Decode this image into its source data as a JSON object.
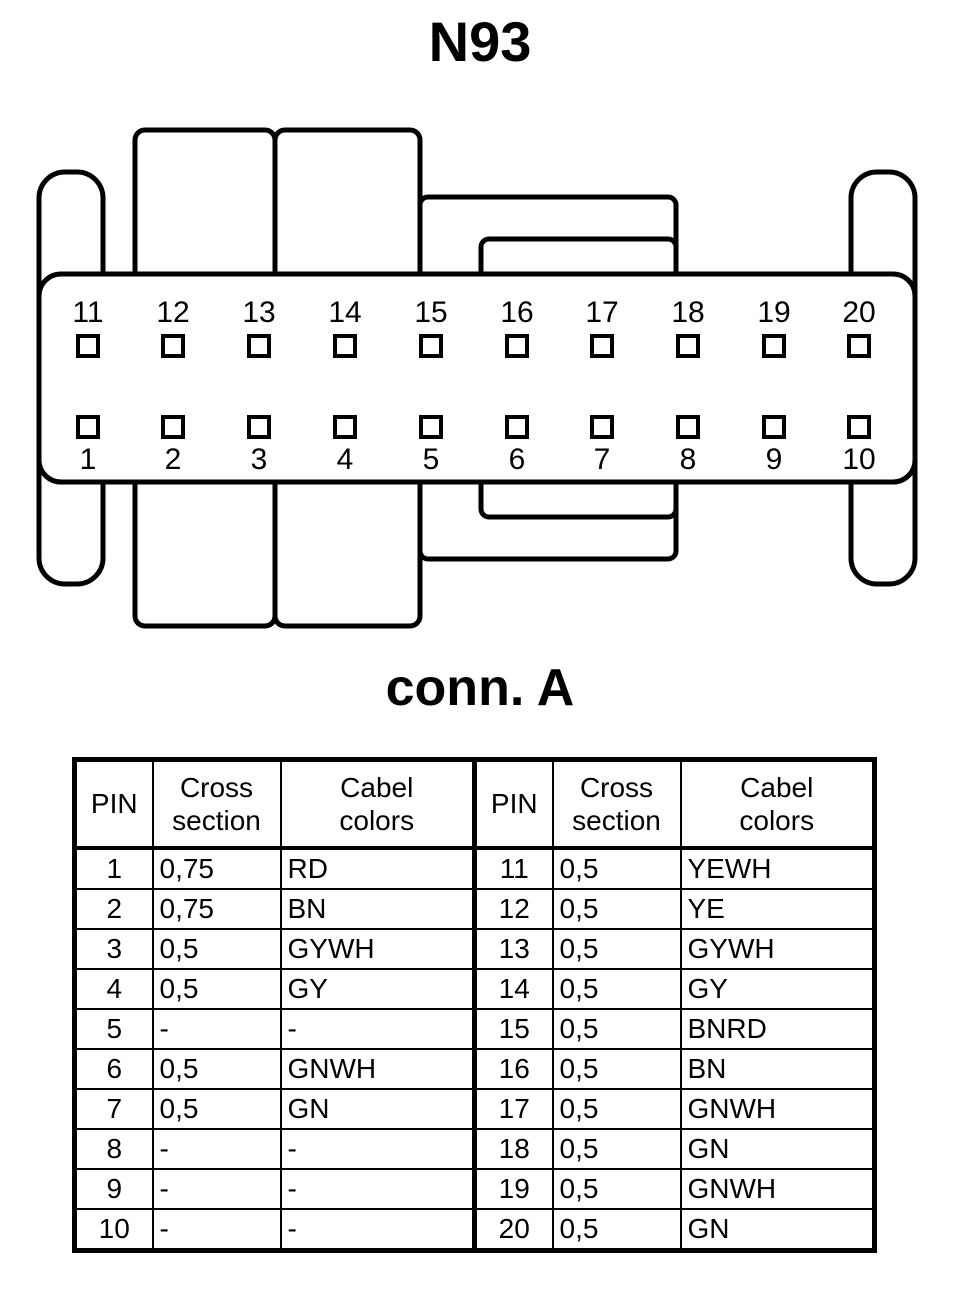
{
  "title": "N93",
  "subtitle": "conn. A",
  "connector": {
    "top_row_pins": [
      "11",
      "12",
      "13",
      "14",
      "15",
      "16",
      "17",
      "18",
      "19",
      "20"
    ],
    "bottom_row_pins": [
      "1",
      "2",
      "3",
      "4",
      "5",
      "6",
      "7",
      "8",
      "9",
      "10"
    ],
    "line_color": "#000000",
    "fill_color": "#ffffff"
  },
  "table": {
    "headers": [
      "PIN",
      "Cross section",
      "Cabel colors",
      "PIN",
      "Cross section",
      "Cabel colors"
    ],
    "header_lines": {
      "pin": "PIN",
      "cross_1": "Cross",
      "cross_2": "section",
      "cabel_1": "Cabel",
      "cabel_2": "colors"
    },
    "rows": [
      {
        "pin": "1",
        "cross": "0,75",
        "color": "RD",
        "pin2": "11",
        "cross2": "0,5",
        "color2": "YEWH"
      },
      {
        "pin": "2",
        "cross": "0,75",
        "color": "BN",
        "pin2": "12",
        "cross2": "0,5",
        "color2": "YE"
      },
      {
        "pin": "3",
        "cross": "0,5",
        "color": "GYWH",
        "pin2": "13",
        "cross2": "0,5",
        "color2": "GYWH"
      },
      {
        "pin": "4",
        "cross": "0,5",
        "color": "GY",
        "pin2": "14",
        "cross2": "0,5",
        "color2": "GY"
      },
      {
        "pin": "5",
        "cross": "-",
        "color": "-",
        "pin2": "15",
        "cross2": "0,5",
        "color2": "BNRD"
      },
      {
        "pin": "6",
        "cross": "0,5",
        "color": "GNWH",
        "pin2": "16",
        "cross2": "0,5",
        "color2": "BN"
      },
      {
        "pin": "7",
        "cross": "0,5",
        "color": "GN",
        "pin2": "17",
        "cross2": "0,5",
        "color2": "GNWH"
      },
      {
        "pin": "8",
        "cross": "-",
        "color": "-",
        "pin2": "18",
        "cross2": "0,5",
        "color2": "GN"
      },
      {
        "pin": "9",
        "cross": "-",
        "color": "-",
        "pin2": "19",
        "cross2": "0,5",
        "color2": "GNWH"
      },
      {
        "pin": "10",
        "cross": "-",
        "color": "-",
        "pin2": "20",
        "cross2": "0,5",
        "color2": "GN"
      }
    ]
  }
}
